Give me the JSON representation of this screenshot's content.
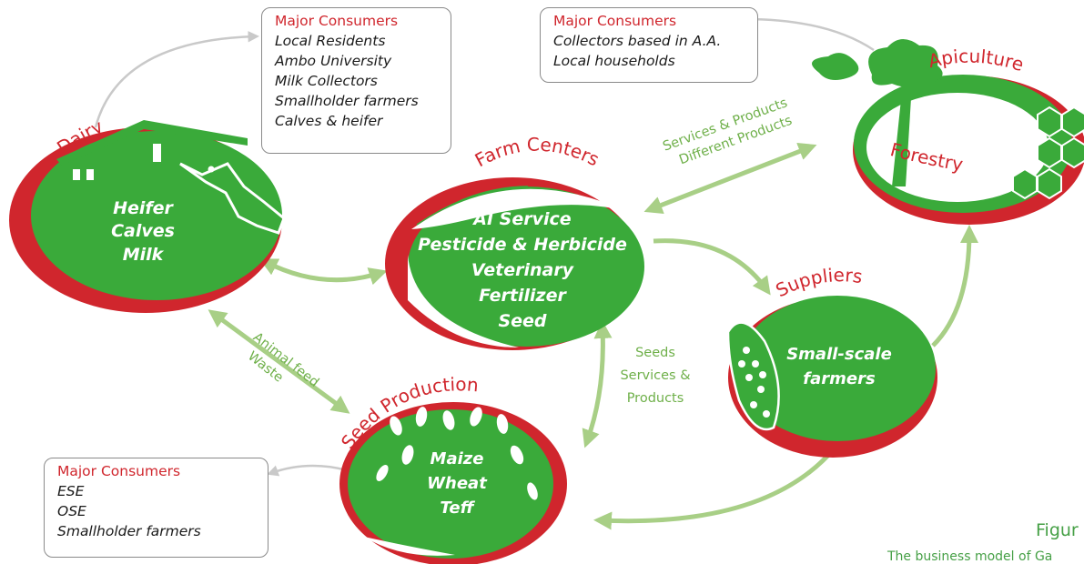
{
  "consumers": {
    "dairy": {
      "heading": "Major Consumers",
      "items": [
        "Local Residents",
        "Ambo University",
        "Milk Collectors",
        "Smallholder farmers",
        "Calves & heifer"
      ]
    },
    "apiculture": {
      "heading": "Major Consumers",
      "items": [
        "Collectors based in  A.A.",
        "Local households"
      ]
    },
    "seed": {
      "heading": "Major Consumers",
      "items": [
        "ESE",
        "OSE",
        "Smallholder farmers"
      ]
    }
  },
  "nodes": {
    "dairy": {
      "title": "Dairy",
      "items": [
        "Heifer",
        "Calves",
        "Milk"
      ]
    },
    "farm_centers": {
      "title": "Farm Centers",
      "items": [
        "AI Service",
        "Pesticide & Herbicide",
        "Veterinary",
        "Fertilizer",
        "Seed"
      ]
    },
    "apiculture": {
      "title": "Apiculture",
      "subtitle": "Forestry"
    },
    "suppliers": {
      "title": "Suppliers",
      "items": [
        "Small-scale",
        "farmers"
      ]
    },
    "seed_production": {
      "title": "Seed Production",
      "items": [
        "Maize",
        "Wheat",
        "Teff"
      ]
    }
  },
  "flows": {
    "services_products": "Services & Products",
    "different_products": "Different Products",
    "animal_feed": "Animal feed",
    "waste": "Waste",
    "seeds": "Seeds",
    "services": "Services &",
    "products": "Products"
  },
  "caption": {
    "figure": "Figur",
    "text": "The business model of Ga"
  },
  "colors": {
    "green": "#3aaa3a",
    "red": "#d0262d",
    "arrow": "#a8cf86",
    "gray_arrow": "#c9c9c9"
  }
}
